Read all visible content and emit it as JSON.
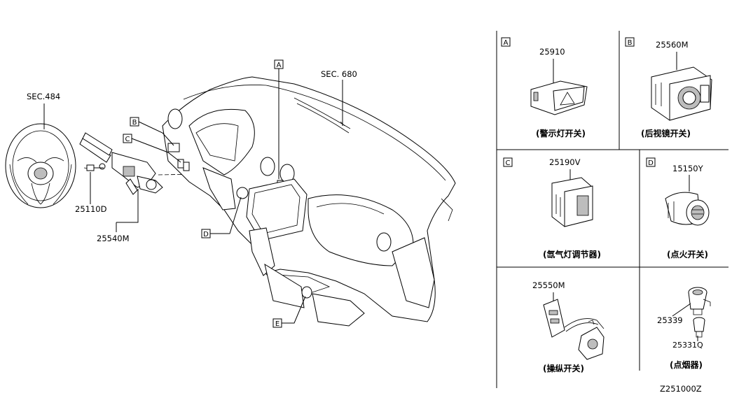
{
  "main": {
    "sec_steering": "SEC.484",
    "sec_dash": "SEC. 680",
    "part_bolt": "25110D",
    "part_combo_switch": "25540M",
    "callouts": [
      "A",
      "B",
      "C",
      "D",
      "E"
    ]
  },
  "panels": {
    "A": {
      "letter": "A",
      "part": "25910",
      "caption": "(警示灯开关)"
    },
    "B": {
      "letter": "B",
      "part": "25560M",
      "caption": "(后视镜开关)"
    },
    "C": {
      "letter": "C",
      "part": "25190V",
      "caption": "(氙气灯调节器)"
    },
    "D": {
      "letter": "D",
      "part": "15150Y",
      "caption": "(点火开关)"
    },
    "E": {
      "part": "25550M",
      "caption": "(操纵开关)"
    },
    "F": {
      "part_a": "25339",
      "part_b": "25331Q",
      "caption": "(点烟器)"
    }
  },
  "diagram_code": "Z251000Z"
}
